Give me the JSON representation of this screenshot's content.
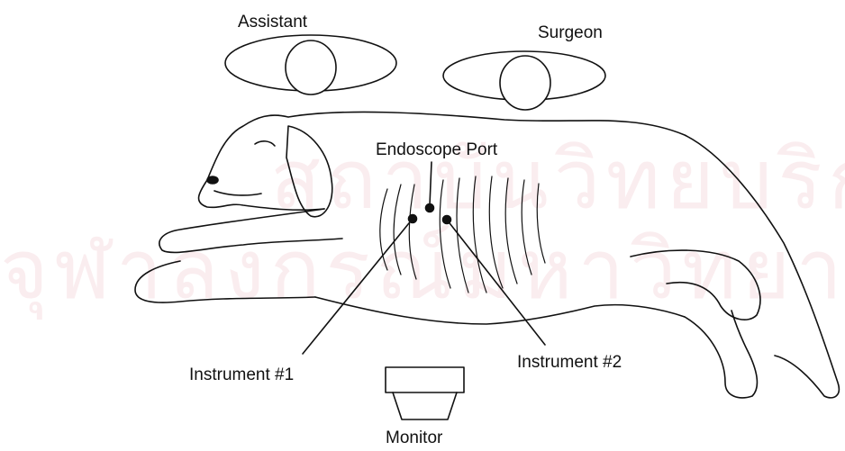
{
  "labels": {
    "assistant": "Assistant",
    "surgeon": "Surgeon",
    "endoscope_port": "Endoscope Port",
    "instrument_1": "Instrument #1",
    "instrument_2": "Instrument #2",
    "monitor": "Monitor"
  },
  "watermark": {
    "line1": "สถาบันวิทยบริการ",
    "line2": "จุฬาลงกรณ์มหาวิทยาลัย"
  },
  "colors": {
    "ink": "#111111",
    "watermark": "#c8102e"
  }
}
